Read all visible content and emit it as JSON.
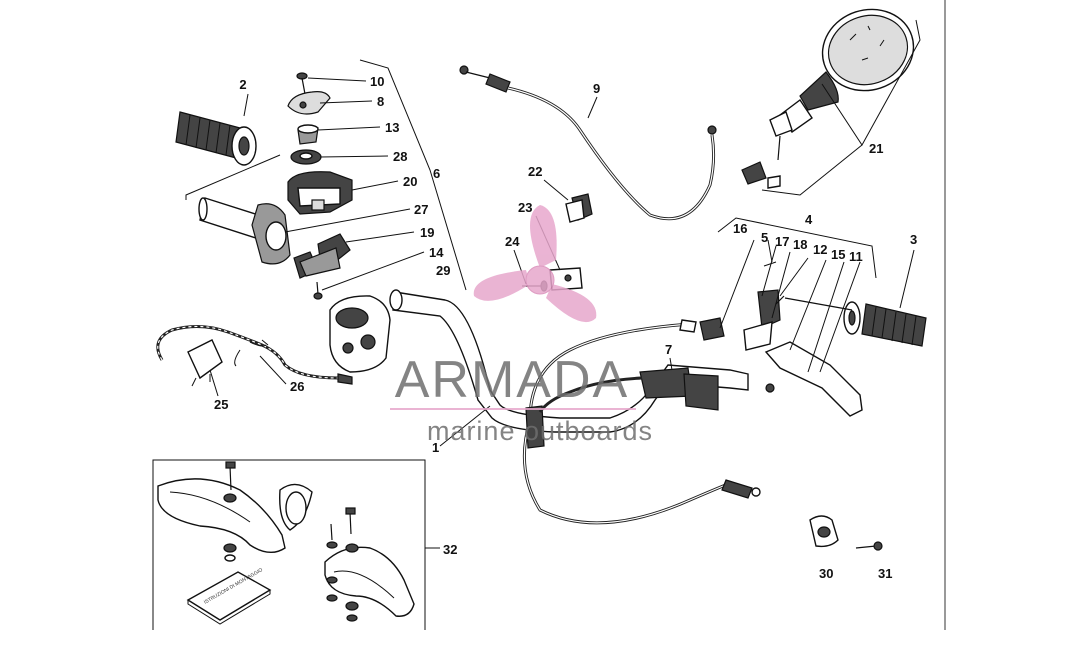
{
  "callouts": [
    "1",
    "2",
    "3",
    "4",
    "5",
    "6",
    "7",
    "8",
    "9",
    "10",
    "11",
    "12",
    "13",
    "14",
    "15",
    "16",
    "17",
    "18",
    "19",
    "20",
    "21",
    "22",
    "23",
    "24",
    "25",
    "26",
    "27",
    "28",
    "29",
    "30",
    "31",
    "32"
  ],
  "inset": {
    "booklet_text": "ISTRUZIONI DI MONTAGGIO"
  },
  "watermark": {
    "brand": "ARMADA",
    "tagline": "marine outboards",
    "color": "#e7a7cc"
  }
}
